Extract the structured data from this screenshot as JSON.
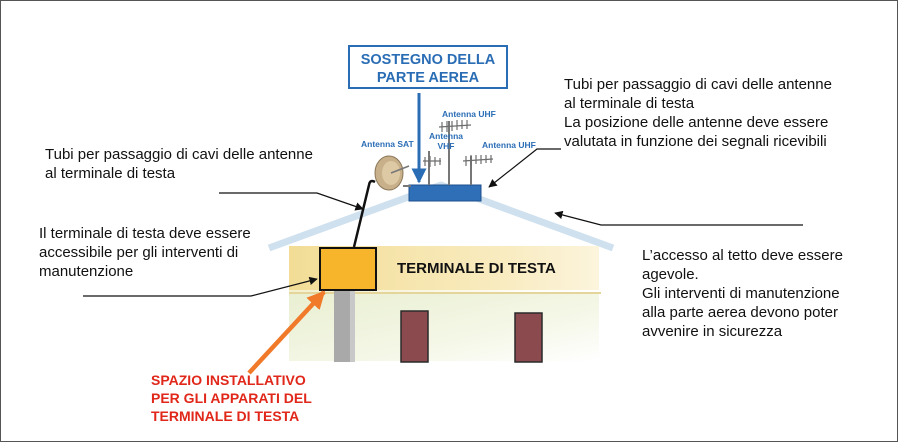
{
  "labels": {
    "support": "SOSTEGNO DELLA\nPARTE AEREA",
    "antenna_sat": "Antenna SAT",
    "antenna_uhf_top": "Antenna UHF",
    "antenna_vhf": "Antenna\nVHF",
    "antenna_uhf_right": "Antenna UHF",
    "terminal": "TERMINALE DI TESTA",
    "installation_space": "SPAZIO INSTALLATIVO\nPER GLI APPARATI DEL\nTERMINALE DI TESTA"
  },
  "notes": {
    "top_right": "Tubi per passaggio di cavi delle antenne\nal terminale di testa\nLa posizione delle antenne deve essere\nvalutata in funzione dei segnali ricevibili",
    "left_top": "Tubi per passaggio di cavi delle antenne\nal terminale di testa",
    "left_middle": "Il terminale di testa deve essere\naccessibile per gli interventi di\nmanutenzione",
    "right_bottom": "L’accesso al tetto deve essere\nagevole.\nGli interventi di manutenzione\nalla parte aerea devono poter\navvenire in sicurezza"
  },
  "colors": {
    "support_blue": "#2a6db5",
    "terminal_orange": "#f7b52c",
    "arrow_orange": "#f07a2a",
    "red_text": "#e0271a",
    "roof_light_blue": "#cfe0ee",
    "wall_beige": "#f6e8b8",
    "door_brown": "#8a4a4e"
  }
}
